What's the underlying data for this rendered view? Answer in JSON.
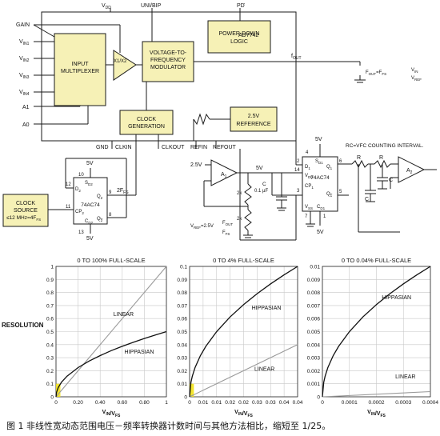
{
  "colors": {
    "block_fill": "#f6f1b6",
    "wire": "#1a1a1a",
    "highlight": "#f2e21a",
    "linear_curve": "#9a9a9a",
    "hippasian_curve": "#111111"
  },
  "schematic": {
    "vdd_top": "V",
    "vdd_top_sub": "DD",
    "uni_bip": "UNI/BIP",
    "pd": "PD",
    "chip_name": "AD7742",
    "gain": "GAIN",
    "vin_pins": [
      {
        "main": "V",
        "sub": "IN1"
      },
      {
        "main": "V",
        "sub": "IN2"
      },
      {
        "main": "V",
        "sub": "IN3"
      },
      {
        "main": "V",
        "sub": "IN4"
      }
    ],
    "a1": "A1",
    "a0": "A0",
    "input_mux": [
      "INPUT",
      "MULTIPLEXER"
    ],
    "x1x2": "X1/X2",
    "vfc": [
      "VOLTAGE-TO-",
      "FREQUENCY",
      "MODULATOR"
    ],
    "power_down": [
      "POWER-DOWN",
      "LOGIC"
    ],
    "fout": "f",
    "fout_sub": "OUT",
    "fout_eq_lhs": "F",
    "fout_eq_lhs_sub": "OUT",
    "fout_eq_mid": "=F",
    "fout_eq_mid_sub": "FS",
    "fout_eq_num": "V",
    "fout_eq_num_sub": "IN",
    "fout_eq_den": "V",
    "fout_eq_den_sub": "REF",
    "clock_gen": [
      "CLOCK",
      "GENERATION"
    ],
    "reference": [
      "2.5V",
      "REFERENCE"
    ],
    "gnd": "GND",
    "clkin": "CLKIN",
    "clkout": "CLKOUT",
    "refin": "REFIN",
    "refout": "REFOUT",
    "ff1": {
      "sd": "S",
      "sd_sub": "D2",
      "d": "D",
      "d_sub": "2",
      "name": "74AC74",
      "cp": "CP",
      "cp_sub": "2",
      "q": "Q",
      "q_sub": "2",
      "qb": "Q",
      "qb_sub": "2",
      "cd": "C",
      "cd_sub": "D2",
      "pin_sd": "10",
      "pin_d": "12",
      "pin_cp": "11",
      "pin_q": "9",
      "pin_qb": "8",
      "pin_cd": "13",
      "vcc": "5V",
      "vcc2": "5V"
    },
    "two_fs": "2F",
    "two_fs_sub": "FS",
    "clock_source": [
      "CLOCK",
      "SOURCE",
      "≤12 MHz=4F"
    ],
    "clock_source_sub": "FS",
    "buf_in": "2.5V",
    "buf_name": "A",
    "buf_name_sub": "1",
    "buf_out": "5V",
    "r2k_1": "2k",
    "r2k_2": "2k",
    "cap_c": "C",
    "cap_val": "0.1 µF",
    "vref_eq_lhs": "V",
    "vref_eq_lhs_sub": "REF",
    "vref_eq_rhs": "=2.5V",
    "vref_eq_num": "F",
    "vref_eq_num_sub": "OUT",
    "vref_eq_den": "F",
    "vref_eq_den_sub": "FS",
    "ff2": {
      "vtop": "5V",
      "name": "74AC74",
      "sd": "S",
      "sd_sub": "D1",
      "d": "D",
      "d_sub": "1",
      "vdd": "V",
      "vdd_sub": "DD",
      "cp": "CP",
      "cp_sub": "1",
      "q": "Q",
      "q_sub": "1",
      "qb": "Q",
      "qb_sub": "1",
      "vss": "V",
      "vss_sub": "SS",
      "cd": "C",
      "cd_sub": "D1",
      "pin_sd": "4",
      "pin_d": "2",
      "pin_vdd": "14",
      "pin_cp": "3",
      "pin_q": "6",
      "pin_qb": "5",
      "pin_vss": "7",
      "pin_cd": "1",
      "vbot": "5V"
    },
    "rc_note": "RC=VFC COUNTING INTERVAL.",
    "r1": "R",
    "r2": "R",
    "c1": "C",
    "c2": "C",
    "a2": "A",
    "a2_sub": "2"
  },
  "resolution_label": "RESOLUTION",
  "chart_data": [
    {
      "type": "line",
      "title": "0 TO 100% FULL-SCALE",
      "xlabel": "V_IN/V_FS",
      "xlim": [
        0,
        1
      ],
      "ylim": [
        0,
        1
      ],
      "xticks": [
        "0",
        "0.20",
        "0.40",
        "0.60",
        "0.80",
        "1"
      ],
      "yticks": [
        "0",
        "0.1",
        "0.2",
        "0.3",
        "0.4",
        "0.5",
        "0.6",
        "0.7",
        "0.8",
        "0.9",
        "1"
      ],
      "highlight_box": {
        "x": [
          0,
          0.04
        ],
        "y": [
          0,
          0.1
        ]
      },
      "series": [
        {
          "name": "LINEAR",
          "x": [
            0,
            1
          ],
          "y": [
            0,
            1
          ]
        },
        {
          "name": "HIPPASIAN",
          "x": [
            0,
            0.005,
            0.02,
            0.05,
            0.1,
            0.2,
            0.3,
            0.4,
            0.5,
            0.6,
            0.7,
            0.8,
            0.9,
            1
          ],
          "y": [
            0,
            0.035,
            0.071,
            0.112,
            0.158,
            0.224,
            0.274,
            0.316,
            0.354,
            0.387,
            0.418,
            0.447,
            0.474,
            0.5
          ]
        }
      ]
    },
    {
      "type": "line",
      "title": "0 TO 4% FULL-SCALE",
      "xlabel": "V_IN/V_FS",
      "xlim": [
        0,
        0.04
      ],
      "ylim": [
        0,
        0.1
      ],
      "xticks": [
        "0",
        "0.01",
        "0.01",
        "0.02",
        "0.02",
        "0.03",
        "0.03",
        "0.04",
        "0.04"
      ],
      "yticks": [
        "0",
        "0.01",
        "0.02",
        "0.03",
        "0.04",
        "0.05",
        "0.06",
        "0.07",
        "0.08",
        "0.09",
        "0.1"
      ],
      "highlight_box": {
        "x": [
          0,
          0.0016
        ],
        "y": [
          0,
          0.01
        ]
      },
      "series": [
        {
          "name": "LINEAR",
          "x": [
            0,
            0.04
          ],
          "y": [
            0,
            0.04
          ]
        },
        {
          "name": "HIPPASIAN",
          "x": [
            0,
            0.0005,
            0.001,
            0.002,
            0.004,
            0.006,
            0.01,
            0.015,
            0.02,
            0.025,
            0.03,
            0.035,
            0.04
          ],
          "y": [
            0,
            0.0112,
            0.0158,
            0.0224,
            0.0316,
            0.0387,
            0.05,
            0.0612,
            0.0707,
            0.0791,
            0.0866,
            0.0935,
            0.1
          ]
        }
      ]
    },
    {
      "type": "line",
      "title": "0 TO 0.04% FULL-SCALE",
      "xlabel": "V_IN/V_FS",
      "xlim": [
        0,
        0.0004
      ],
      "ylim": [
        0,
        0.01
      ],
      "xticks": [
        "0",
        "0.0001",
        "0.0002",
        "0.0003",
        "0.0004"
      ],
      "yticks": [
        "0",
        "0.001",
        "0.002",
        "0.003",
        "0.004",
        "0.005",
        "0.006",
        "0.007",
        "0.008",
        "0.009",
        "0.01"
      ],
      "series": [
        {
          "name": "LINEAR",
          "x": [
            0,
            0.0004
          ],
          "y": [
            0,
            0.0004
          ]
        },
        {
          "name": "HIPPASIAN",
          "x": [
            0,
            5e-06,
            1e-05,
            2e-05,
            4e-05,
            6e-05,
            0.0001,
            0.00015,
            0.0002,
            0.00025,
            0.0003,
            0.00035,
            0.0004
          ],
          "y": [
            0,
            0.00112,
            0.00158,
            0.00224,
            0.00316,
            0.00387,
            0.005,
            0.00612,
            0.00707,
            0.00791,
            0.00866,
            0.00935,
            0.01
          ]
        }
      ]
    }
  ],
  "caption": "图 1  非线性宽动态范围电压－频率转换器计数时间与其他方法相比，缩短至 1/25。"
}
